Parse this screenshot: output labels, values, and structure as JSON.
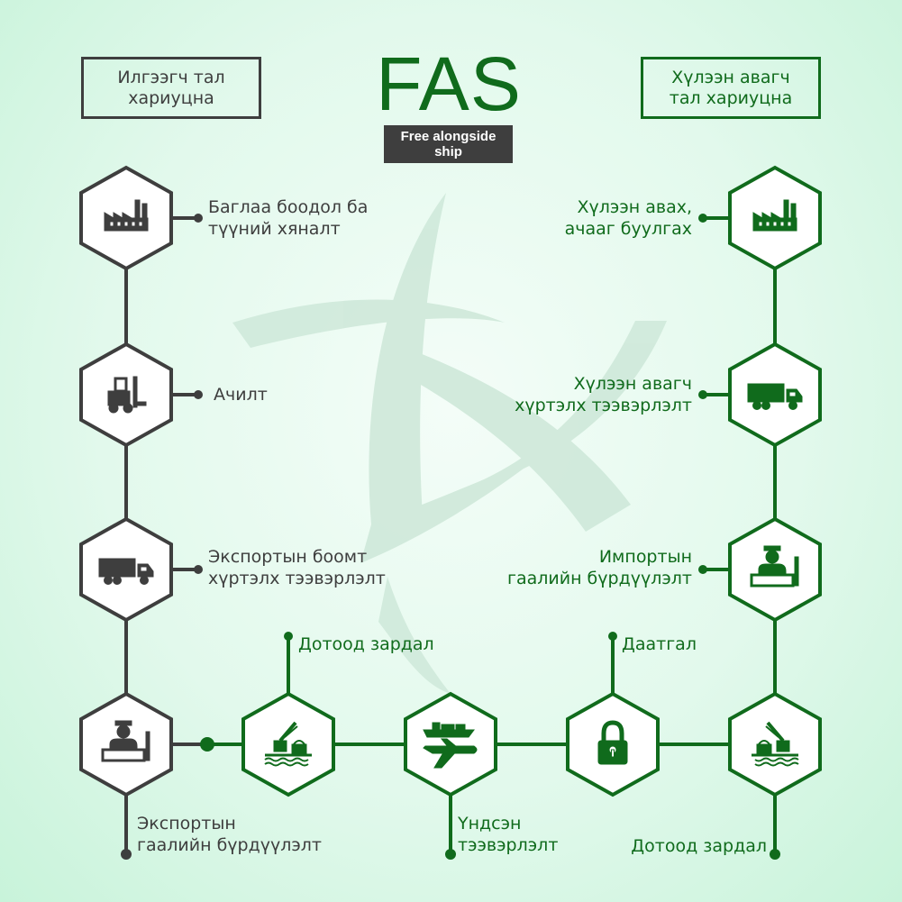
{
  "header": {
    "seller_box": [
      "Илгээгч тал",
      "хариуцна"
    ],
    "buyer_box": [
      "Хүлээн авагч",
      "тал хариуцна"
    ],
    "title": "FAS",
    "subtitle": [
      "Free alongside",
      "ship"
    ]
  },
  "seller_steps": [
    {
      "icon": "factory-icon",
      "label": [
        "Баглаа боодол ба",
        "түүний хяналт"
      ]
    },
    {
      "icon": "forklift-icon",
      "label": [
        "Ачилт"
      ]
    },
    {
      "icon": "truck-icon",
      "label": [
        "Экспортын боомт",
        "хүртэлх тээвэрлэлт"
      ]
    },
    {
      "icon": "customs-officer-icon",
      "label": [
        "Экспортын",
        "гаалийн бүрдүүлэлт"
      ]
    }
  ],
  "bottom_steps": [
    {
      "icon": "crane-dock-icon",
      "label": [
        "Дотоод зардал"
      ]
    },
    {
      "icon": "ship-plane-icon",
      "label": [
        "Үндсэн",
        "тээвэрлэлт"
      ]
    },
    {
      "icon": "padlock-icon",
      "label": [
        "Даатгал"
      ]
    },
    {
      "icon": "crane-dock-icon",
      "label": [
        "Дотоод зардал"
      ]
    }
  ],
  "buyer_steps": [
    {
      "icon": "factory-icon",
      "label": [
        "Хүлээн авах,",
        "ачааг буулгах"
      ]
    },
    {
      "icon": "truck-icon",
      "label": [
        "Хүлээн авагч",
        "хүртэлх тээвэрлэлт"
      ]
    },
    {
      "icon": "customs-officer-icon",
      "label": [
        "Импортын",
        "гаалийн бүрдүүлэлт"
      ]
    }
  ],
  "colors": {
    "seller": "#3e3e3e",
    "buyer": "#106b1c",
    "watermark": "#cfe9da"
  }
}
